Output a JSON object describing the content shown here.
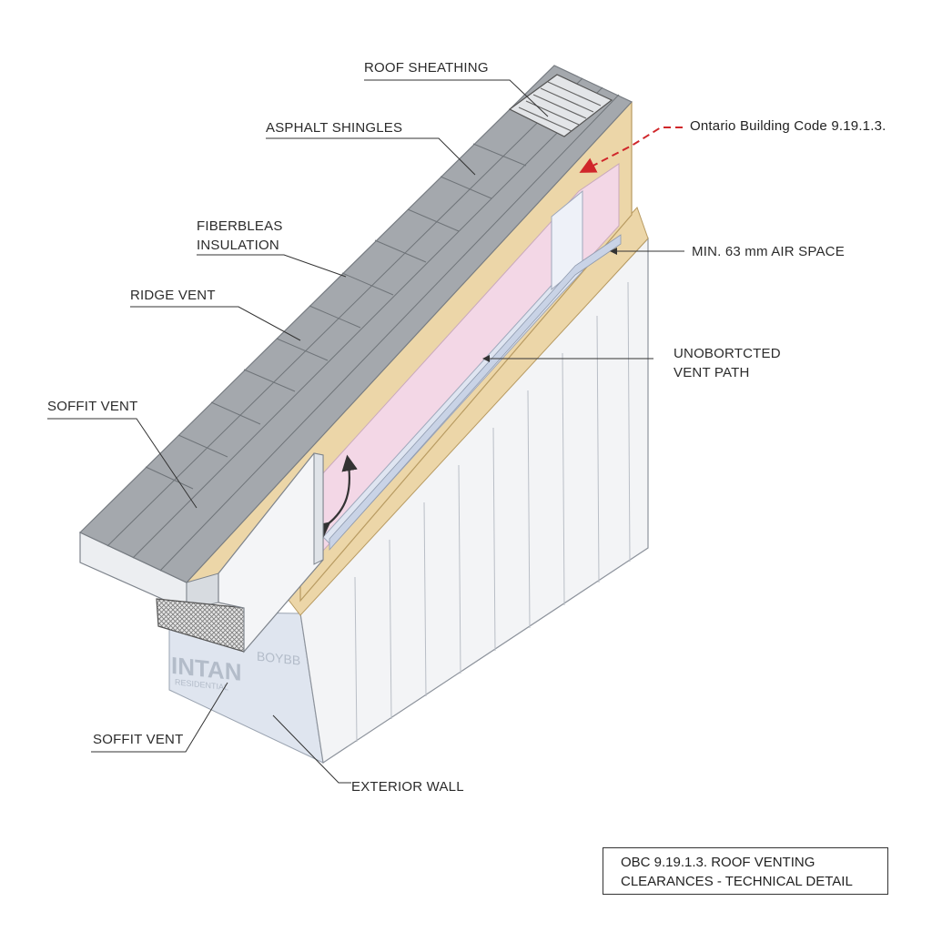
{
  "labels": {
    "roof_sheathing": "ROOF SHEATHING",
    "asphalt_shingles": "ASPHALT SHINGLES",
    "fiberglass_insulation": [
      "FIBERBLEAS",
      "INSULATION"
    ],
    "ridge_vent": "RIDGE VENT",
    "soffit_vent_upper": "SOFFIT VENT",
    "soffit_vent_lower": "SOFFIT VENT",
    "exterior_wall": "EXTERIOR WALL",
    "code_reference": "Ontario Building Code 9.19.1.3.",
    "air_space": "MIN. 63 mm AIR SPACE",
    "vent_path": [
      "UNOBORTCTED",
      "VENT PATH"
    ]
  },
  "wall_marking": "INTAN",
  "wall_marking_sub": "RESIDENTIAL",
  "wall_marking_side": "BOYBB",
  "title_block": [
    "OBC 9.19.1.3. ROOF VENTING",
    "CLEARANCES - TECHNICAL DETAIL"
  ],
  "colors": {
    "shingle": "#a4a8ad",
    "shingle_dark": "#8d9196",
    "wood": "#ecd6a8",
    "insulation_pink": "#f3d7e6",
    "vent_channel": "#dfe5f1",
    "wall": "#f3f4f6",
    "wall_shade": "#e1e6ee",
    "code_red": "#d0262a",
    "leader": "#333333"
  }
}
